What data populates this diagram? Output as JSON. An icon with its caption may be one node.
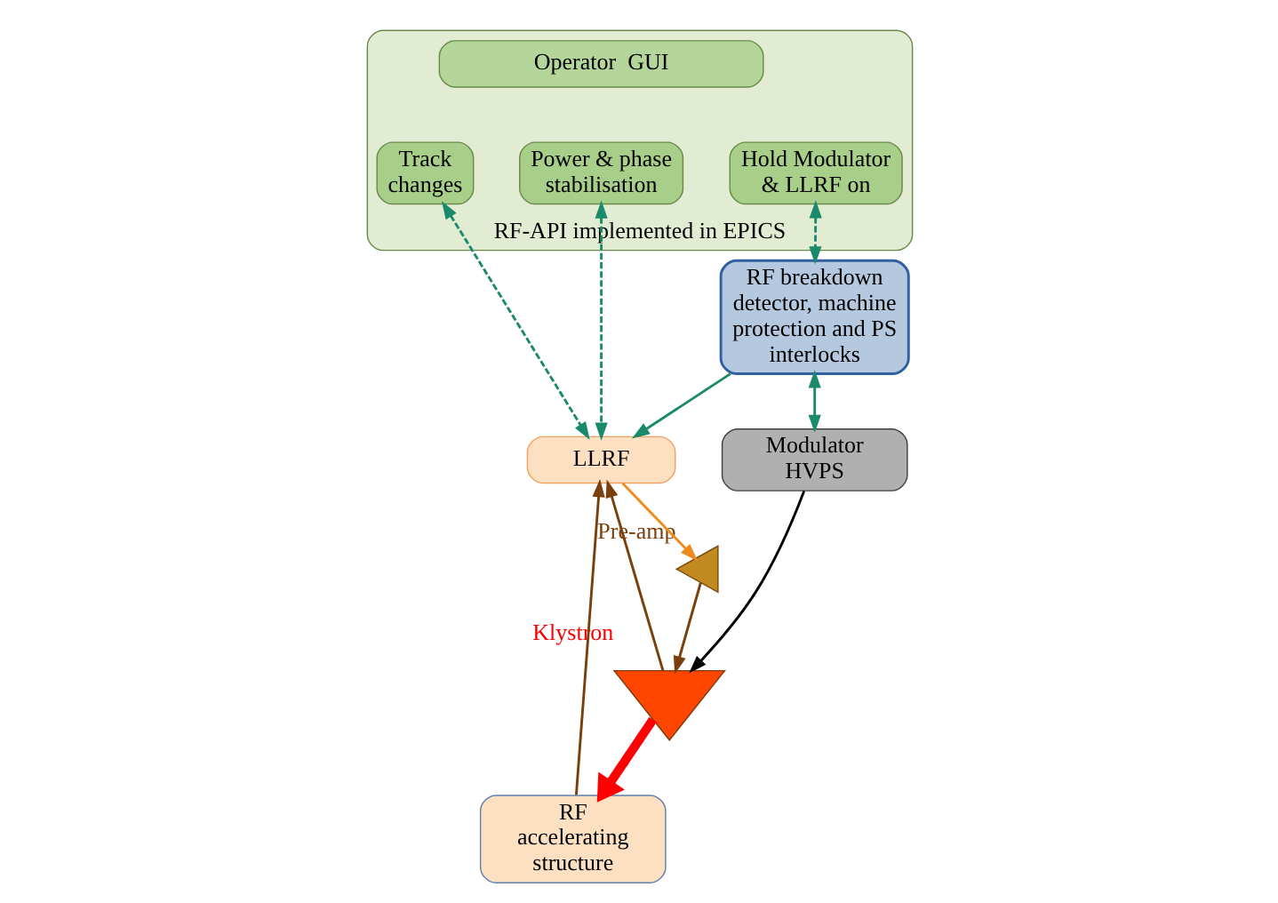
{
  "diagram": {
    "nodes": [
      {
        "text": [
          "RF-API implemented in EPICS"
        ]
      },
      {
        "text": [
          "Operator  GUI"
        ],
        "in": 0
      },
      {
        "text": [
          "Track changes"
        ],
        "in": 0
      },
      {
        "text": [
          "Power & phase stabilisation"
        ],
        "in": 0
      },
      {
        "text": [
          "Hold Modulator & LLRF on"
        ],
        "in": 0
      },
      {
        "text": [
          "LLRF"
        ]
      },
      {
        "text": [
          "Pre-amp"
        ]
      },
      {
        "text": [
          "Klystron"
        ]
      },
      {
        "text": [
          "RF breakdown detector, machine protection and PS interlocks"
        ]
      },
      {
        "text": [
          "Modulator HVPS"
        ]
      },
      {
        "text": [
          "RF accelerating structure"
        ]
      }
    ],
    "edges": [
      {
        "from": 2,
        "to": 5,
        "arrow": "both",
        "style": "dashed"
      },
      {
        "from": 3,
        "to": 5,
        "arrow": "both",
        "style": "dashed"
      },
      {
        "from": 4,
        "to": 8,
        "arrow": "both",
        "style": "dashed"
      },
      {
        "from": 5,
        "to": 6,
        "arrow": "to",
        "color": "#f08a1c"
      },
      {
        "from": 6,
        "to": 7,
        "arrow": "to",
        "color": "#7a3f0a"
      },
      {
        "from": 8,
        "to": 5,
        "arrow": "to"
      },
      {
        "from": 8,
        "to": 9,
        "arrow": "both"
      },
      {
        "from": 9,
        "to": 7,
        "arrow": "to",
        "color": "#000000"
      },
      {
        "from": 7,
        "to": 10,
        "arrow": "to",
        "style": "thick",
        "color": "#ff0000"
      },
      {
        "from": 7,
        "to": 5,
        "arrow": "to",
        "color": "#7a3f0a"
      },
      {
        "from": 10,
        "to": 5,
        "arrow": "to",
        "color": "#7a3f0a"
      }
    ]
  }
}
